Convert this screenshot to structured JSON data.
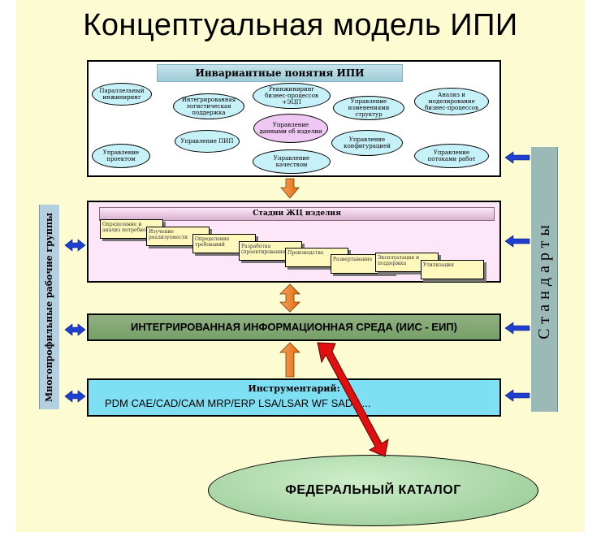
{
  "title": "Концептуальная модель ИПИ",
  "ipi": {
    "header": "Инвариантные понятия ИПИ",
    "concepts": [
      "Параллельный инжиниринг",
      "Реинжиниринг бизнес-процессов +ЭЦП",
      "Анализ и моделирование бизнес-процессов",
      "Интегрированная логистическая поддержка",
      "Управление изменениями структур",
      "Управление данными об изделии",
      "Управление ПИП",
      "Управление конфигурацией",
      "Управление проектом",
      "Управление качеством",
      "Управление потоками работ"
    ]
  },
  "stages": {
    "header": "Стадии ЖЦ изделия",
    "items": [
      "Определение и анализ потребностей",
      "Изучение реализуемости",
      "Определение требований",
      "Разработка (проектирование)",
      "Производство",
      "Развертывание",
      "Эксплуатация и поддержка",
      "Утилизация"
    ]
  },
  "iis": {
    "label": "ИНТЕГРИРОВАННАЯ ИНФОРМАЦИОННАЯ СРЕДА (ИИС - ЕИП)"
  },
  "tools": {
    "title": "Инструментарий:",
    "list": "PDM  CAE/CAD/CAM  MRP/ERP  LSA/LSAR  WF  SADT  ..."
  },
  "standards": "Стандарты",
  "groups": "Многопрофильные рабочие группы",
  "catalog": "ФЕДЕРАЛЬНЫЙ КАТАЛОГ",
  "colors": {
    "background": "#fdfbd2",
    "oval_fill": "#c7f1f9",
    "oval_pink": "#eec7f3",
    "arrow_orange": "#f07a1f",
    "arrow_blue": "#1f3fd1",
    "arrow_red": "#e01010"
  }
}
